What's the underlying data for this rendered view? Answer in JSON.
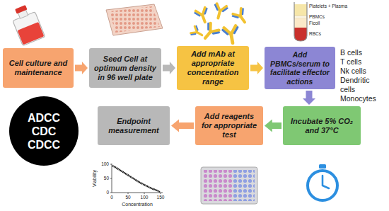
{
  "diagram": {
    "nodes": [
      {
        "text": [
          "Cell culture and maintenance"
        ]
      },
      {
        "text": [
          "Seed Cell at optimum density in 96 well plate"
        ]
      },
      {
        "text": [
          "Add mAb at appropriate concentration range"
        ]
      },
      {
        "text": [
          "Add PBMCs/serum to facilitate effector actions"
        ]
      },
      {
        "text": [
          "ADCC CDC CDCC"
        ]
      },
      {
        "text": [
          "Endpoint measurement"
        ]
      },
      {
        "text": [
          "Add reagents for appropriate test"
        ]
      },
      {
        "text": [
          "Incubate 5% CO₂ and 37°C"
        ]
      }
    ],
    "edges": [
      {
        "from": 0,
        "to": 1,
        "arrow": "to"
      },
      {
        "from": 1,
        "to": 2,
        "arrow": "to"
      },
      {
        "from": 2,
        "to": 3,
        "arrow": "to"
      },
      {
        "from": 3,
        "to": 7,
        "arrow": "to"
      },
      {
        "from": 7,
        "to": 6,
        "arrow": "to"
      },
      {
        "from": 6,
        "to": 5,
        "arrow": "to"
      }
    ],
    "labels": [
      "Platelets + Plasma",
      "PBMCs",
      "Ficoll",
      "RBCs",
      "B cells",
      "T cells",
      "Nk cells",
      "Dendritic cells",
      "Monocytes",
      "100",
      "50",
      "0",
      "0",
      "50",
      "100",
      "150",
      "Viability",
      "Concentration"
    ]
  }
}
